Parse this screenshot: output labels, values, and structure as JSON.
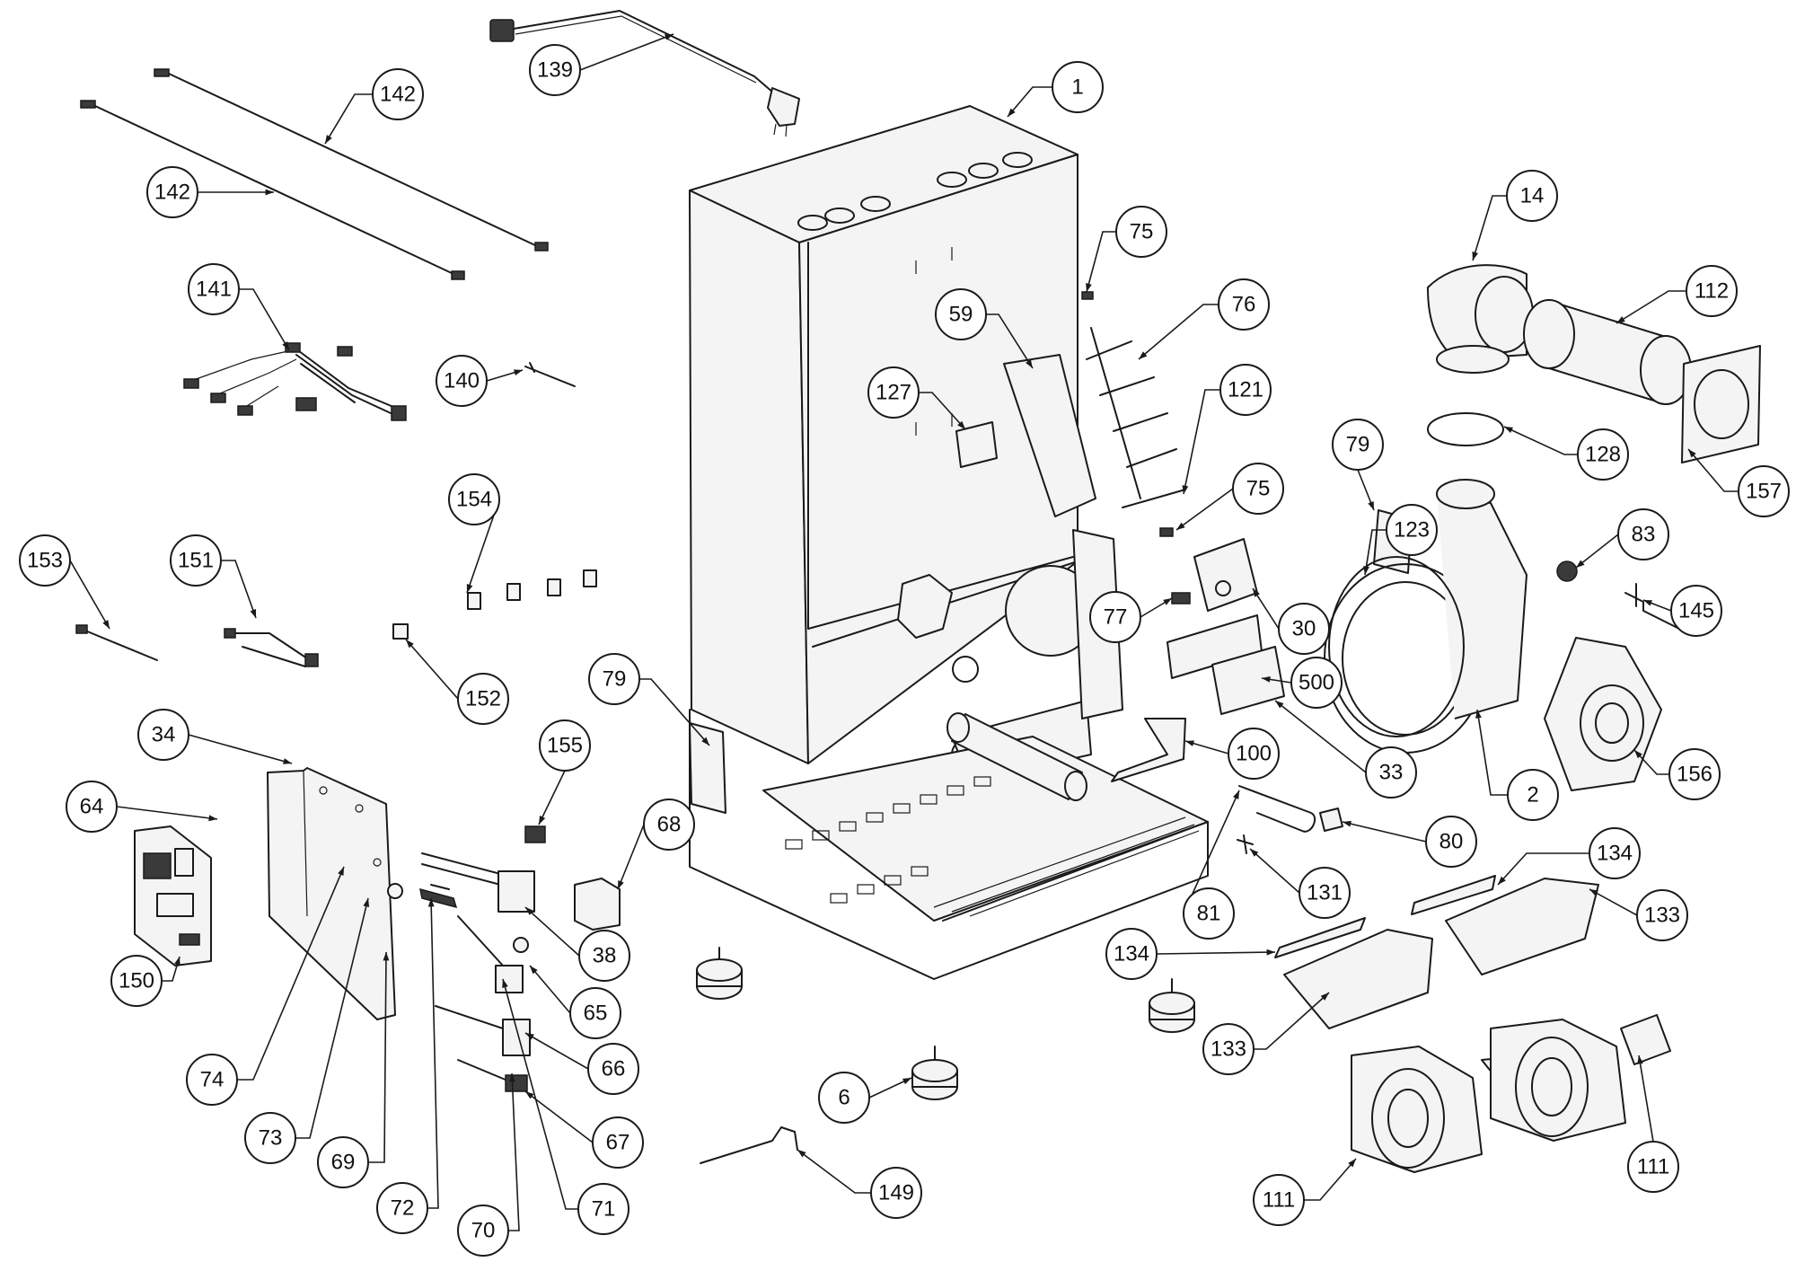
{
  "diagram": {
    "callouts": [
      {
        "id": "c1",
        "label": "1"
      },
      {
        "id": "c139",
        "label": "139"
      },
      {
        "id": "c142a",
        "label": "142"
      },
      {
        "id": "c142b",
        "label": "142"
      },
      {
        "id": "c141",
        "label": "141"
      },
      {
        "id": "c140",
        "label": "140"
      },
      {
        "id": "c154",
        "label": "154"
      },
      {
        "id": "c153",
        "label": "153"
      },
      {
        "id": "c151",
        "label": "151"
      },
      {
        "id": "c152",
        "label": "152"
      },
      {
        "id": "c34",
        "label": "34"
      },
      {
        "id": "c64",
        "label": "64"
      },
      {
        "id": "c150",
        "label": "150"
      },
      {
        "id": "c155",
        "label": "155"
      },
      {
        "id": "c68",
        "label": "68"
      },
      {
        "id": "c38",
        "label": "38"
      },
      {
        "id": "c65",
        "label": "65"
      },
      {
        "id": "c66",
        "label": "66"
      },
      {
        "id": "c67",
        "label": "67"
      },
      {
        "id": "c74",
        "label": "74"
      },
      {
        "id": "c73",
        "label": "73"
      },
      {
        "id": "c69",
        "label": "69"
      },
      {
        "id": "c72",
        "label": "72"
      },
      {
        "id": "c70",
        "label": "70"
      },
      {
        "id": "c71",
        "label": "71"
      },
      {
        "id": "c6",
        "label": "6"
      },
      {
        "id": "c149",
        "label": "149"
      },
      {
        "id": "c79a",
        "label": "79"
      },
      {
        "id": "c59",
        "label": "59"
      },
      {
        "id": "c127",
        "label": "127"
      },
      {
        "id": "c75a",
        "label": "75"
      },
      {
        "id": "c76",
        "label": "76"
      },
      {
        "id": "c121",
        "label": "121"
      },
      {
        "id": "c75b",
        "label": "75"
      },
      {
        "id": "c77",
        "label": "77"
      },
      {
        "id": "c30",
        "label": "30"
      },
      {
        "id": "c500",
        "label": "500"
      },
      {
        "id": "c33",
        "label": "33"
      },
      {
        "id": "c100",
        "label": "100"
      },
      {
        "id": "c79b",
        "label": "79"
      },
      {
        "id": "c123",
        "label": "123"
      },
      {
        "id": "c14",
        "label": "14"
      },
      {
        "id": "c112",
        "label": "112"
      },
      {
        "id": "c128",
        "label": "128"
      },
      {
        "id": "c157",
        "label": "157"
      },
      {
        "id": "c83",
        "label": "83"
      },
      {
        "id": "c145",
        "label": "145"
      },
      {
        "id": "c2",
        "label": "2"
      },
      {
        "id": "c156",
        "label": "156"
      },
      {
        "id": "c80",
        "label": "80"
      },
      {
        "id": "c131",
        "label": "131"
      },
      {
        "id": "c81",
        "label": "81"
      },
      {
        "id": "c134a",
        "label": "134"
      },
      {
        "id": "c133a",
        "label": "133"
      },
      {
        "id": "c134b",
        "label": "134"
      },
      {
        "id": "c133b",
        "label": "133"
      },
      {
        "id": "c111a",
        "label": "111"
      },
      {
        "id": "c111b",
        "label": "111"
      }
    ]
  }
}
